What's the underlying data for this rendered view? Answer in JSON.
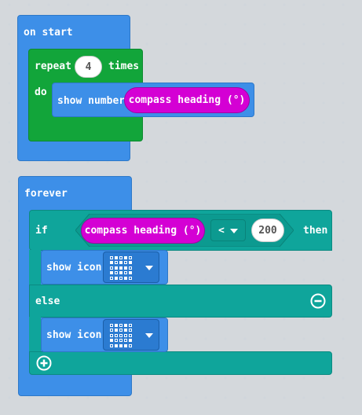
{
  "on_start": {
    "label": "on start",
    "repeat_label": "repeat",
    "repeat_count": "4",
    "times_label": "times",
    "do_label": "do",
    "show_number_label": "show number",
    "compass_reporter": "compass heading (°)"
  },
  "forever": {
    "label": "forever",
    "if_label": "if",
    "compass_reporter": "compass heading (°)",
    "operator": "<",
    "compare_value": "200",
    "then_label": "then",
    "show_icon_label_1": "show icon",
    "else_label": "else",
    "show_icon_label_2": "show icon",
    "icon_1_leds": [
      0,
      1,
      0,
      1,
      0,
      1,
      0,
      1,
      0,
      1,
      0,
      1,
      1,
      1,
      0,
      1,
      0,
      1,
      0,
      1,
      0,
      1,
      0,
      1,
      0
    ],
    "icon_2_leds": [
      0,
      1,
      0,
      1,
      0,
      0,
      1,
      0,
      1,
      0,
      0,
      0,
      0,
      0,
      0,
      1,
      0,
      0,
      0,
      1,
      0,
      1,
      1,
      1,
      0
    ]
  },
  "colors": {
    "blue": "#3d8fe8",
    "green": "#12a53a",
    "teal": "#0fa59b",
    "magenta": "#d400d4"
  }
}
